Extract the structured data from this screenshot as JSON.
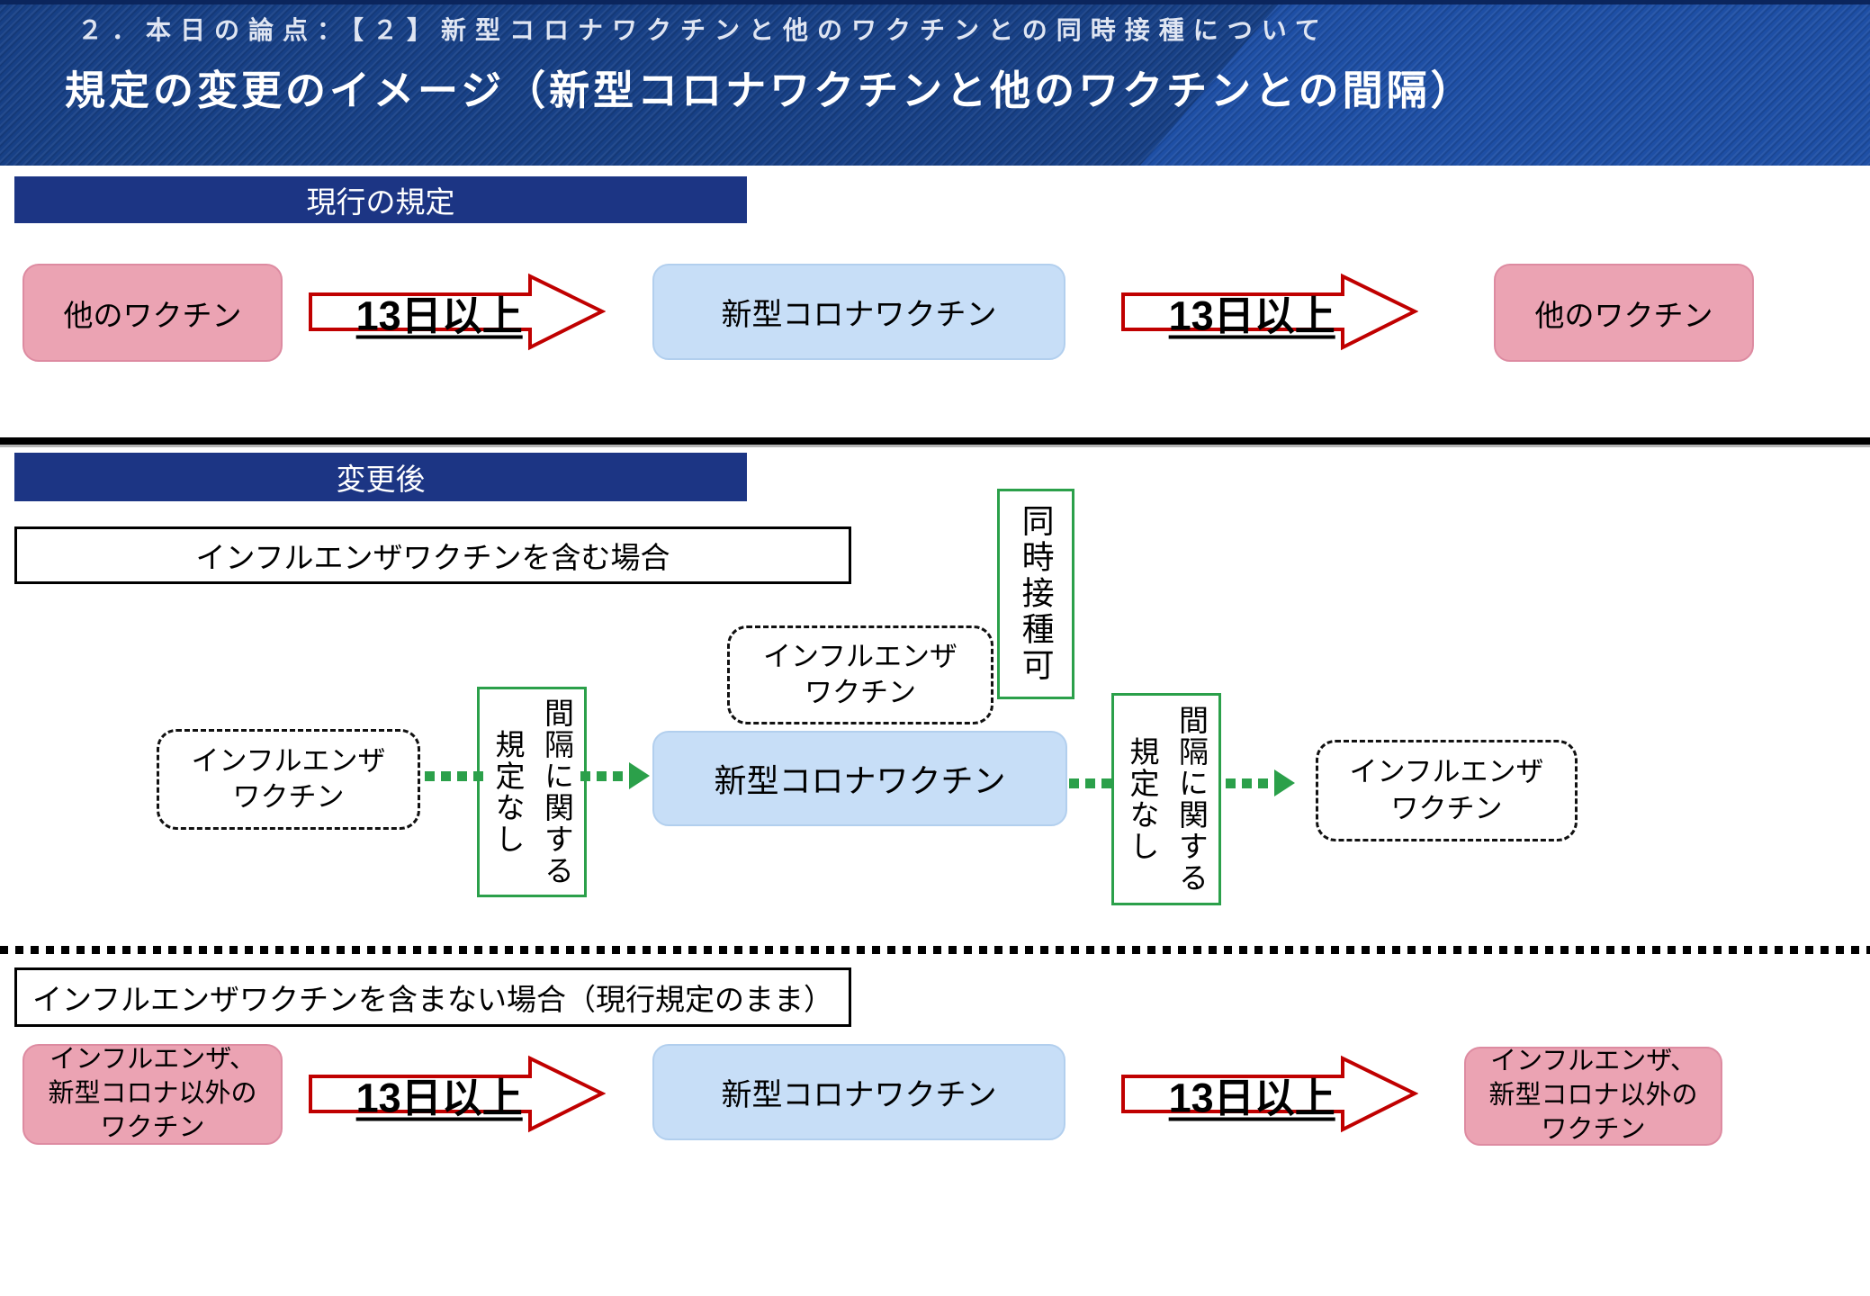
{
  "colors": {
    "header_navy": "#174086",
    "header_bright_band": "#1e4fa5",
    "banner_blue": "#1c3584",
    "pink_fill": "#eba3b3",
    "pink_border": "#dd8ba1",
    "lightblue_fill": "#c7def7",
    "red_arrow_border": "#c00000",
    "green": "#2ba04a"
  },
  "header": {
    "topic": "２．本日の論点：【２】新型コロナワクチンと他のワクチンとの同時接種について",
    "title": "規定の変更のイメージ（新型コロナワクチンと他のワクチンとの間隔）"
  },
  "current": {
    "banner": "現行の規定",
    "other1": "他のワクチン",
    "arrow1": "13日以上",
    "covid": "新型コロナワクチン",
    "arrow2": "13日以上",
    "other2": "他のワクチン"
  },
  "after": {
    "banner": "変更後",
    "with_flu": {
      "label": "インフルエンザワクチンを含む場合",
      "note": "同時接種可",
      "flu_top": "インフルエンザ\nワクチン",
      "flu_left": "インフルエンザ\nワクチン",
      "flu_right": "インフルエンザ\nワクチン",
      "covid": "新型コロナワクチン",
      "interval_left": "間隔に関する\n規定なし",
      "interval_right": "間隔に関する\n規定なし"
    },
    "without_flu": {
      "label": "インフルエンザワクチンを含まない場合（現行規定のまま）",
      "other_left": "インフルエンザ、\n新型コロナ以外の\nワクチン",
      "arrow1": "13日以上",
      "covid": "新型コロナワクチン",
      "arrow2": "13日以上",
      "other_right": "インフルエンザ、\n新型コロナ以外の\nワクチン"
    }
  }
}
